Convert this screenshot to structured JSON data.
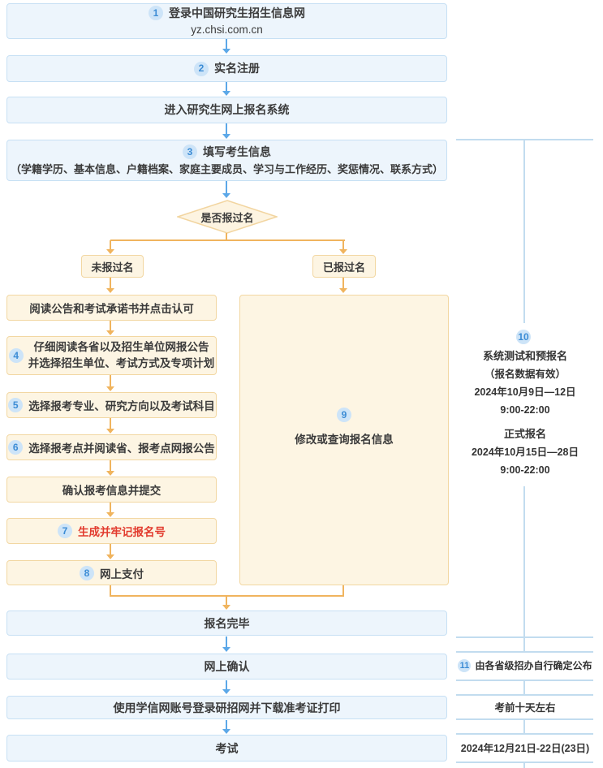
{
  "colors": {
    "blue_accent": "#5ca8e8",
    "blue_box_fill": "#edf5fc",
    "blue_box_border": "#c7e0f4",
    "orange_accent": "#f0b45e",
    "orange_box_fill": "#fdf5e3",
    "orange_box_border": "#f2d7a2",
    "badge_fill": "#cde4f8",
    "badge_text": "#3c8cd5",
    "warning_red": "#e23b2e",
    "sidebar_line": "#c2dcef"
  },
  "flow": {
    "step1": {
      "badge": "1",
      "title": "登录中国研究生招生信息网",
      "subtitle": "yz.chsi.com.cn"
    },
    "step2": {
      "badge": "2",
      "label": "实名注册"
    },
    "step3": {
      "label": "进入研究生网上报名系统"
    },
    "step4": {
      "badge": "3",
      "title": "填写考生信息",
      "detail": "（学籍学历、基本信息、户籍档案、家庭主要成员、学习与工作经历、奖惩情况、联系方式）"
    },
    "decision": {
      "label": "是否报过名"
    },
    "branch_left": {
      "label": "未报过名"
    },
    "branch_right": {
      "label": "已报过名"
    },
    "left_steps": [
      {
        "label": "阅读公告和考试承诺书并点击认可"
      },
      {
        "badge": "4",
        "line1": "仔细阅读各省以及招生单位网报公告",
        "line2": "并选择招生单位、考试方式及专项计划"
      },
      {
        "badge": "5",
        "label": "选择报考专业、研究方向以及考试科目"
      },
      {
        "badge": "6",
        "label": "选择报考点并阅读省、报考点网报公告"
      },
      {
        "label": "确认报考信息并提交"
      },
      {
        "badge": "7",
        "label": "生成并牢记报名号"
      },
      {
        "badge": "8",
        "label": "网上支付"
      }
    ],
    "modify_step": {
      "badge": "9",
      "label": "修改或查询报名信息"
    },
    "finish": {
      "label": "报名完毕"
    },
    "online_confirm": {
      "label": "网上确认"
    },
    "download": {
      "label": "使用学信网账号登录研招网并下载准考证打印"
    },
    "exam": {
      "label": "考试"
    }
  },
  "sidebar": {
    "pre_reg": {
      "badge": "10",
      "title": "系统测试和预报名",
      "note": "（报名数据有效）",
      "date": "2024年10月9日—12日",
      "time": "9:00-22:00"
    },
    "formal_reg": {
      "title": "正式报名",
      "date": "2024年10月15日—28日",
      "time": "9:00-22:00"
    },
    "confirm_note": {
      "badge": "11",
      "label": "由各省级招办自行确定公布"
    },
    "download_note": {
      "label": "考前十天左右"
    },
    "exam_date": {
      "label": "2024年12月21日-22日(23日)"
    }
  }
}
